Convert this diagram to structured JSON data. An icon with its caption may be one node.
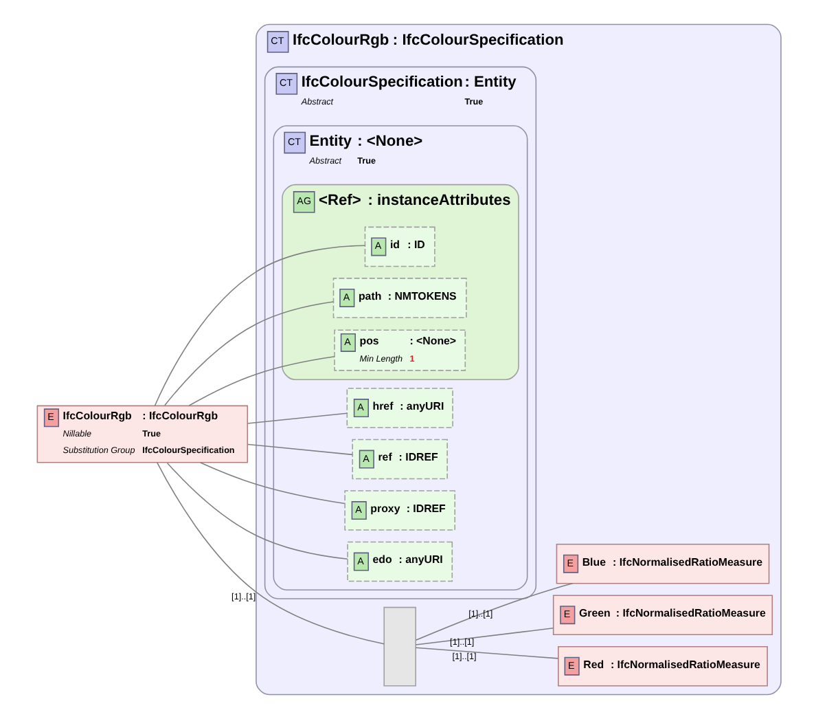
{
  "diagram": {
    "nodes": [
      {
        "text": [
          "E",
          "IfcColourRgb",
          ": IfcColourRgb",
          "Nillable",
          "True",
          "Substitution Group",
          "IfcColourSpecification"
        ]
      },
      {
        "text": [
          "CT",
          "IfcColourRgb",
          ": IfcColourSpecification"
        ]
      },
      {
        "text": [
          "CT",
          "IfcColourSpecification",
          ": Entity",
          "Abstract",
          "True"
        ],
        "in": 1
      },
      {
        "text": [
          "CT",
          "Entity",
          ": <None>",
          "Abstract",
          "True"
        ],
        "in": 2
      },
      {
        "text": [
          "A",
          "href",
          ": anyURI"
        ],
        "in": 3
      },
      {
        "text": [
          "A",
          "ref",
          ": IDREF"
        ],
        "in": 3
      },
      {
        "text": [
          "A",
          "proxy",
          ": IDREF"
        ],
        "in": 3
      },
      {
        "text": [
          "A",
          "edo",
          ": anyURI"
        ],
        "in": 3
      },
      {
        "text": [
          "AG",
          "<Ref>",
          ": instanceAttributes"
        ],
        "in": 3
      },
      {
        "text": [
          "A",
          "id",
          ": ID"
        ],
        "in": 8
      },
      {
        "text": [
          "A",
          "path",
          ": NMTOKENS"
        ],
        "in": 8
      },
      {
        "text": [
          "A",
          "pos",
          ": <None>",
          "Min Length",
          "1"
        ],
        "in": 8
      },
      {
        "text": [],
        "shape": "box",
        "in": 1
      },
      {
        "text": [
          "E",
          "Red",
          ": IfcNormalisedRatioMeasure"
        ],
        "in": 1
      },
      {
        "text": [
          "E",
          "Green",
          ": IfcNormalisedRatioMeasure"
        ],
        "in": 1
      },
      {
        "text": [
          "E",
          "Blue",
          ": IfcNormalisedRatioMeasure"
        ],
        "in": 1
      }
    ],
    "edges": [
      {
        "from": 0,
        "to": 4,
        "arrow": "none"
      },
      {
        "from": 0,
        "to": 5,
        "arrow": "none"
      },
      {
        "from": 0,
        "to": 6,
        "arrow": "none"
      },
      {
        "from": 0,
        "to": 7,
        "arrow": "none"
      },
      {
        "from": 0,
        "to": 9,
        "arrow": "none"
      },
      {
        "from": 0,
        "to": 10,
        "arrow": "none"
      },
      {
        "from": 0,
        "to": 11,
        "arrow": "none"
      },
      {
        "from": 0,
        "to": 12,
        "arrow": "none",
        "label": "[1]..[1]"
      },
      {
        "from": 12,
        "to": 13,
        "arrow": "none",
        "label": "[1]..[1]"
      },
      {
        "from": 12,
        "to": 14,
        "arrow": "none",
        "label": "[1]..[1]"
      },
      {
        "from": 12,
        "to": 15,
        "arrow": "none",
        "label": "[1]..[1]"
      }
    ]
  }
}
